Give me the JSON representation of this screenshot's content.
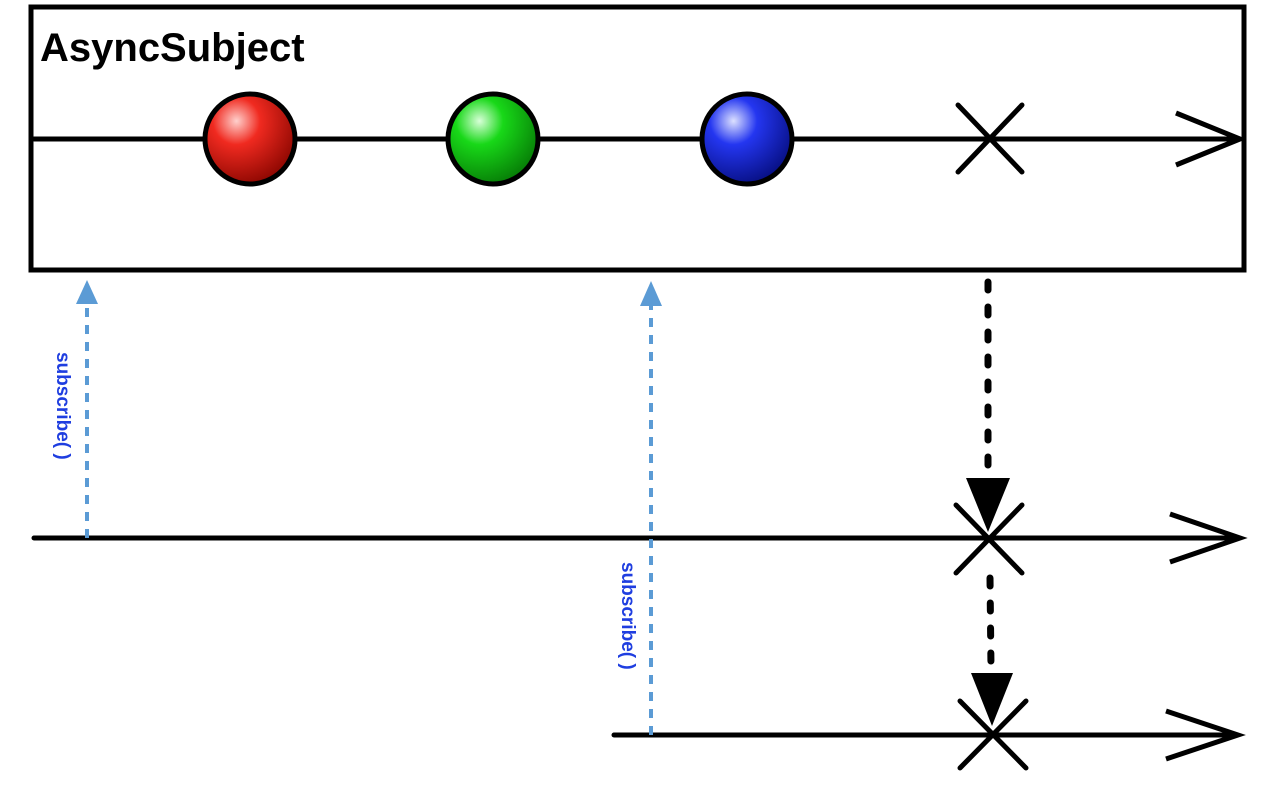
{
  "title": "AsyncSubject",
  "subscribe_label": "subscribe( )",
  "colors": {
    "line": "#000000",
    "subscribe_arrow": "#5b9bd5",
    "subscribe_text": "#1f3ee0",
    "marble_red": "#e8160e",
    "marble_green": "#10cc10",
    "marble_blue": "#1020e8"
  },
  "marbles": [
    {
      "name": "red-marble",
      "color": "marble_red"
    },
    {
      "name": "green-marble",
      "color": "marble_green"
    },
    {
      "name": "blue-marble",
      "color": "marble_blue"
    }
  ],
  "icons": {
    "completion": "x-mark-icon",
    "timeline_end": "open-arrowhead-icon"
  }
}
